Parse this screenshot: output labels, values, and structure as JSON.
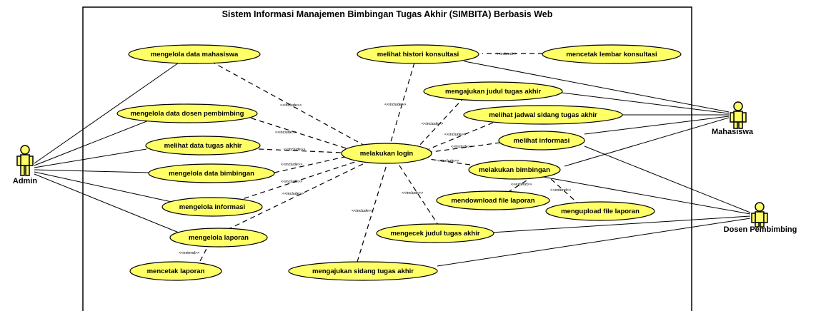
{
  "system_title": "Sistem Informasi Manajemen Bimbingan Tugas Akhir (SIMBITA) Berbasis Web",
  "colors": {
    "usecase_fill": "#ffff66",
    "stroke": "#000000",
    "actor_fill": "#ffff66"
  },
  "actors": {
    "admin": {
      "label": "Admin"
    },
    "mahasiswa": {
      "label": "Mahasiswa"
    },
    "dosen": {
      "label": "Dosen Pembimbing"
    }
  },
  "use_cases": {
    "mengelola_mahasiswa": "mengelola data mahasiswa",
    "mengelola_dosen": "mengelola data dosen pembimbing",
    "melihat_tugas": "melihat data tugas akhir",
    "mengelola_bimbingan": "mengelola data bimbingan",
    "mengelola_informasi": "mengelola informasi",
    "mengelola_laporan": "mengelola laporan",
    "mencetak_laporan": "mencetak laporan",
    "login": "melakukan login",
    "histori": "melihat histori konsultasi",
    "cetak_lembar": "mencetak lembar konsultasi",
    "ajukan_judul": "mengajukan judul tugas akhir",
    "jadwal_sidang": "melihat jadwal sidang tugas akhir",
    "lihat_informasi": "melihat informasi",
    "bimbingan": "melakukan bimbingan",
    "download": "mendownload file laporan",
    "upload": "mengupload file laporan",
    "cek_judul": "mengecek judul tugas akhir",
    "ajukan_sidang": "mengajukan sidang tugas akhir"
  },
  "relation_labels": {
    "include": "<<include>>",
    "extend": "<<extend>>"
  }
}
